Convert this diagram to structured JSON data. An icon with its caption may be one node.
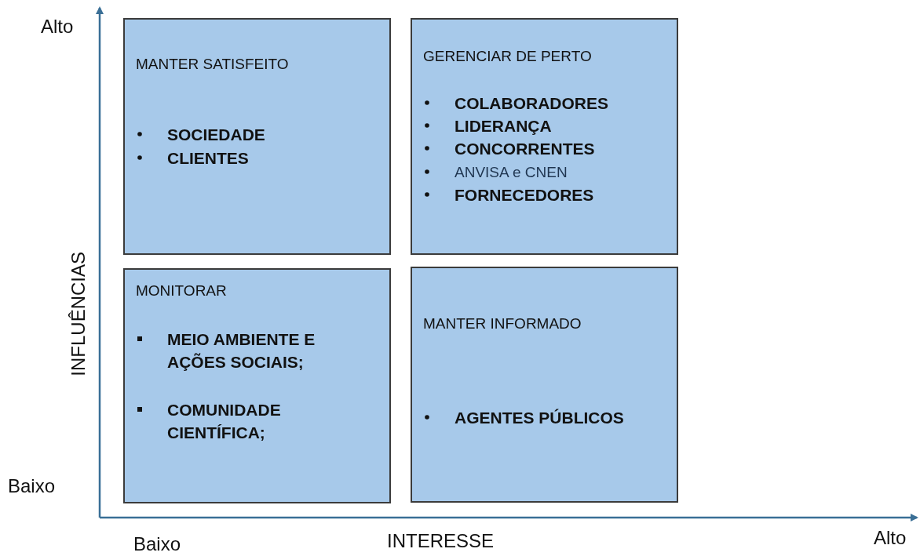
{
  "diagram": {
    "nodes": [
      {
        "text": [
          "MANTER SATISFEITO",
          "SOCIEDADE",
          "CLIENTES"
        ]
      },
      {
        "text": [
          "GERENCIAR DE PERTO",
          "COLABORADORES",
          "LIDERANÇA",
          "CONCORRENTES",
          "ANVISA e CNEN",
          "FORNECEDORES"
        ]
      },
      {
        "text": [
          "MONITORAR",
          "MEIO AMBIENTE E AÇÕES SOCIAIS;",
          "COMUNIDADE CIENTÍFICA;"
        ]
      },
      {
        "text": [
          "MANTER INFORMADO",
          "AGENTES PÚBLICOS"
        ]
      }
    ],
    "edges": [],
    "labels": [
      "Alto",
      "INFLUÊNCIAS",
      "Baixo",
      "Baixo",
      "INTERESSE",
      "Alto"
    ]
  }
}
